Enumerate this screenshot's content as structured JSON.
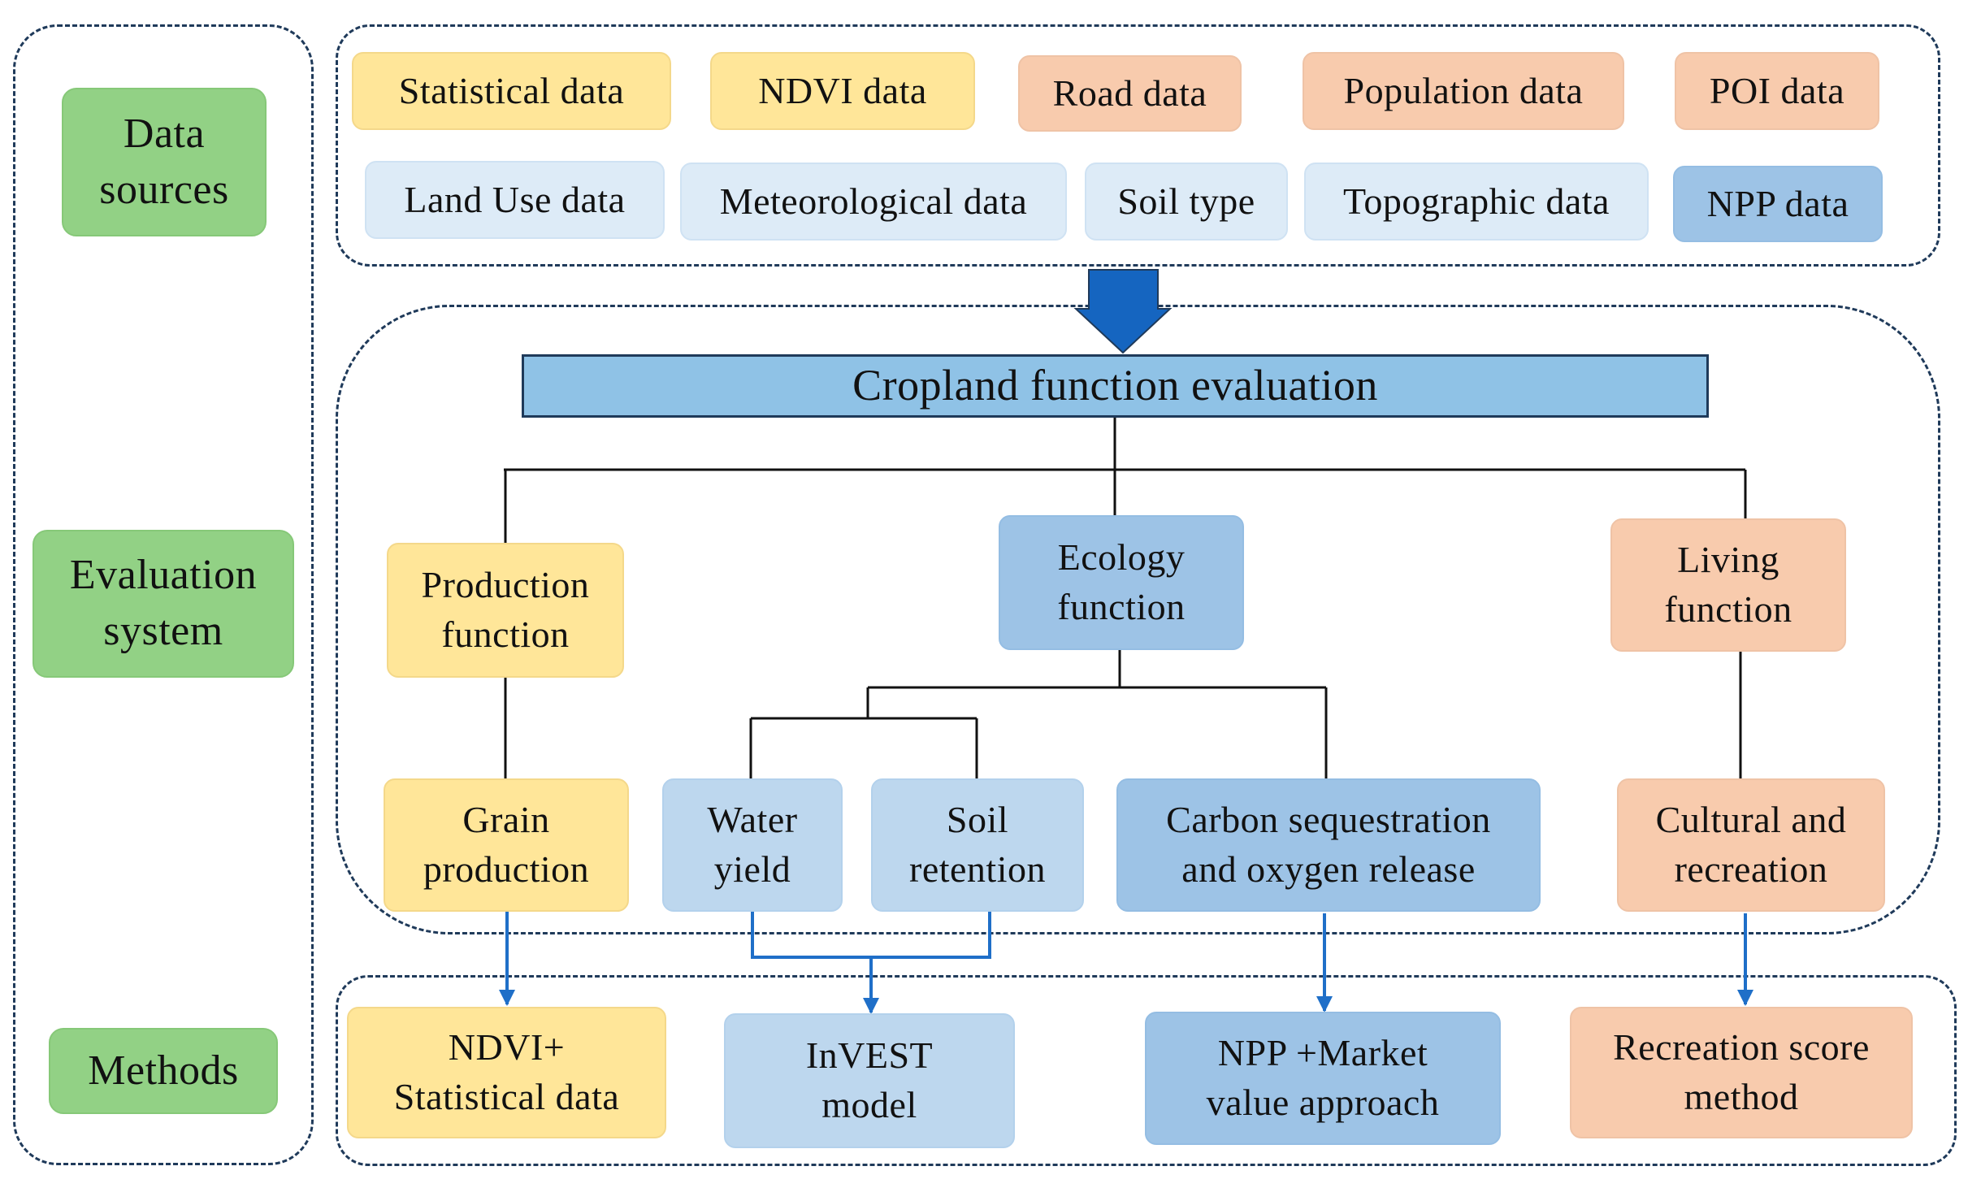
{
  "row_labels": {
    "data_sources": "Data\nsources",
    "evaluation_system": "Evaluation\nsystem",
    "methods": "Methods"
  },
  "data_sources": {
    "row1": [
      "Statistical  data",
      "NDVI data",
      "Road data",
      "Population  data",
      "POI data"
    ],
    "row2": [
      "Land Use data",
      "Meteorological  data",
      "Soil type",
      "Topographic  data",
      "NPP data"
    ]
  },
  "evaluation": {
    "title": "Cropland  function  evaluation",
    "functions": {
      "production": "Production\nfunction",
      "ecology": "Ecology\nfunction",
      "living": "Living\nfunction"
    },
    "services": {
      "grain": "Grain\nproduction",
      "water": "Water\nyield",
      "soil": "Soil\nretention",
      "carbon": "Carbon  sequestration\nand oxygen  release",
      "cultural": "Cultural  and\nrecreation"
    }
  },
  "methods": {
    "ndvi_stat": "NDVI+\nStatistical  data",
    "invest": "InVEST\nmodel",
    "npp_market": "NPP +Market\nvalue approach",
    "recreation": "Recreation  score\nmethod"
  },
  "colors": {
    "green": "#92d185",
    "yellow": "#ffe699",
    "orange": "#f8cbad",
    "light_blue": "#ddebf7",
    "mid_blue": "#bdd7ee",
    "dark_blue": "#9dc3e6",
    "arrow_blue": "#1f6fc8",
    "outline": "#1f3a5a"
  }
}
